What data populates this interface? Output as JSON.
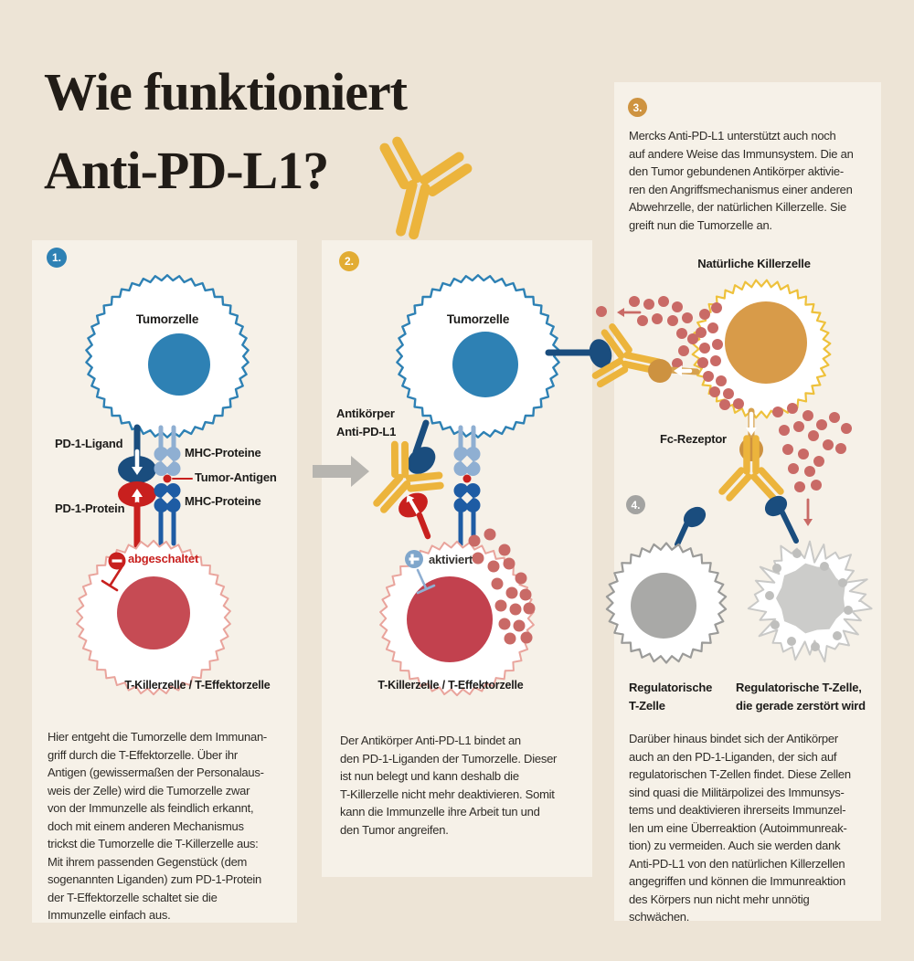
{
  "title": "Wie funktioniert\nAnti-PD-L1?",
  "colors": {
    "background": "#EDE4D6",
    "card": "#F6F1E8",
    "navy": "#1A4D7E",
    "mid_blue": "#2E81B4",
    "light_blue": "#8FAFD2",
    "royal_blue": "#1E5CA4",
    "bright_red": "#C8201E",
    "granule_red": "#C96A66",
    "t_nucleus_red": "#C64B54",
    "pink_outline": "#E9A49C",
    "antibody_yellow": "#ECB43C",
    "nk_outline_yellow": "#EEC13B",
    "nk_nucleus_orange": "#D89B49",
    "fc_orange": "#CD9240",
    "gray": "#9B9B99",
    "title_color": "#211C17"
  },
  "panel1": {
    "badge": "1.",
    "tumor_label": "Tumorzelle",
    "pd1_ligand": "PD-1-Ligand",
    "mhc_top": "MHC-Proteine",
    "tumor_antigen": "Tumor-Antigen",
    "mhc_bottom": "MHC-Proteine",
    "pd1_protein": "PD-1-Protein",
    "state_label": "abgeschaltet",
    "cell_label": "T-Killerzelle / T-Effektorzelle",
    "body": "Hier entgeht die Tumorzelle dem Immunan-\ngriff durch die T-Effektorzelle. Über ihr\nAntigen (gewissermaßen der Personalaus-\nweis der Zelle) wird die Tumorzelle zwar\nvon der Immunzelle als feindlich erkannt,\ndoch mit einem anderen Mechanismus\ntrickst die Tumorzelle die T-Killerzelle aus:\nMit ihrem passenden Gegenstück (dem\nsogenannten Liganden) zum PD-1-Protein\nder T-Effektorzelle schaltet sie die\nImmunzelle einfach aus."
  },
  "panel2": {
    "badge": "2.",
    "tumor_label": "Tumorzelle",
    "antibody_label": "Antikörper\nAnti-PD-L1",
    "state_label": "aktiviert",
    "cell_label": "T-Killerzelle / T-Effektorzelle",
    "body": "Der Antikörper Anti-PD-L1 bindet an\nden PD-1-Liganden der Tumorzelle. Dieser\nist nun belegt und kann deshalb die\nT-Killerzelle nicht mehr deaktivieren. Somit\nkann die Immunzelle ihre Arbeit tun und\nden Tumor angreifen."
  },
  "panel3": {
    "badge": "3.",
    "intro": "Mercks Anti-PD-L1 unterstützt auch noch\nauf andere Weise das Immunsystem. Die an\nden Tumor gebundenen Antikörper aktivie-\nren den Angriffsmechanismus einer anderen\nAbwehrzelle, der natürlichen Killerzelle. Sie\ngreift nun die Tumorzelle an.",
    "nk_label": "Natürliche Killerzelle",
    "fc_label": "Fc-Rezeptor",
    "badge4": "4.",
    "treg_label": "Regulatorische\nT-Zelle",
    "treg_destroyed_label": "Regulatorische T-Zelle,\ndie gerade zerstört wird",
    "body": "Darüber hinaus bindet sich der Antikörper\nauch an den PD-1-Liganden, der sich auf\nregulatorischen T-Zellen findet. Diese Zellen\nsind quasi die Militärpolizei des Immunsys-\ntems und deaktivieren ihrerseits Immunzel-\nlen um eine Überreaktion (Autoimmunreak-\ntion) zu vermeiden. Auch sie werden dank\nAnti-PD-L1 von den natürlichen Killerzellen\nangegriffen und können die Immunreaktion\ndes Körpers nun nicht mehr unnötig\nschwächen."
  }
}
